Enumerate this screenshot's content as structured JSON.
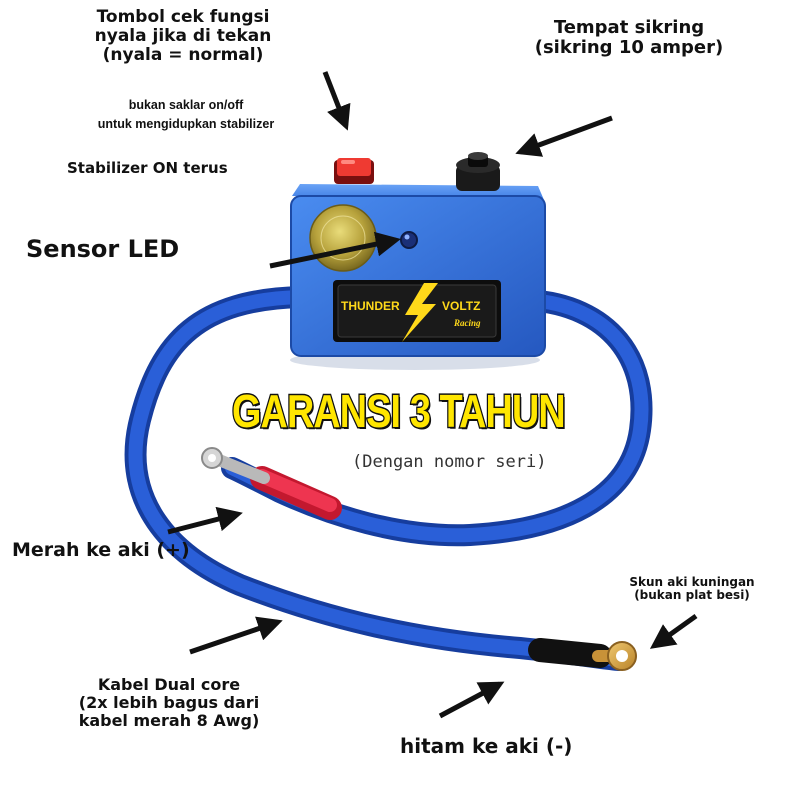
{
  "annotations": {
    "tombol": "Tombol cek fungsi\nnyala jika di tekan\n(nyala = normal)",
    "bukan_saklar": "bukan saklar on/off\nuntuk mengidupkan stabilizer",
    "stabilizer_on": "Stabilizer ON terus",
    "tempat_sikring": "Tempat sikring\n(sikring 10 amper)",
    "sensor_led": "Sensor LED",
    "merah": "Merah ke aki (+)",
    "kabel": "Kabel Dual core\n(2x lebih bagus dari\nkabel merah 8 Awg)",
    "skun": "Skun aki kuningan\n(bukan plat besi)",
    "hitam": "hitam ke aki (-)"
  },
  "product": {
    "brand_left": "THUNDER",
    "brand_right": "VOLTZ",
    "brand_sub": "Racing"
  },
  "promo": {
    "warranty": "GARANSI 3 TAHUN",
    "serial_note": "(Dengan nomor seri)"
  },
  "colors": {
    "box": "#2f6fd6",
    "cable": "#1f4fc8",
    "red_button": "#e8302a",
    "fuse_cap": "#111111",
    "red_sleeve": "#e0223a",
    "warranty_text": "#ffe600",
    "brass_terminal": "#d8a640"
  }
}
